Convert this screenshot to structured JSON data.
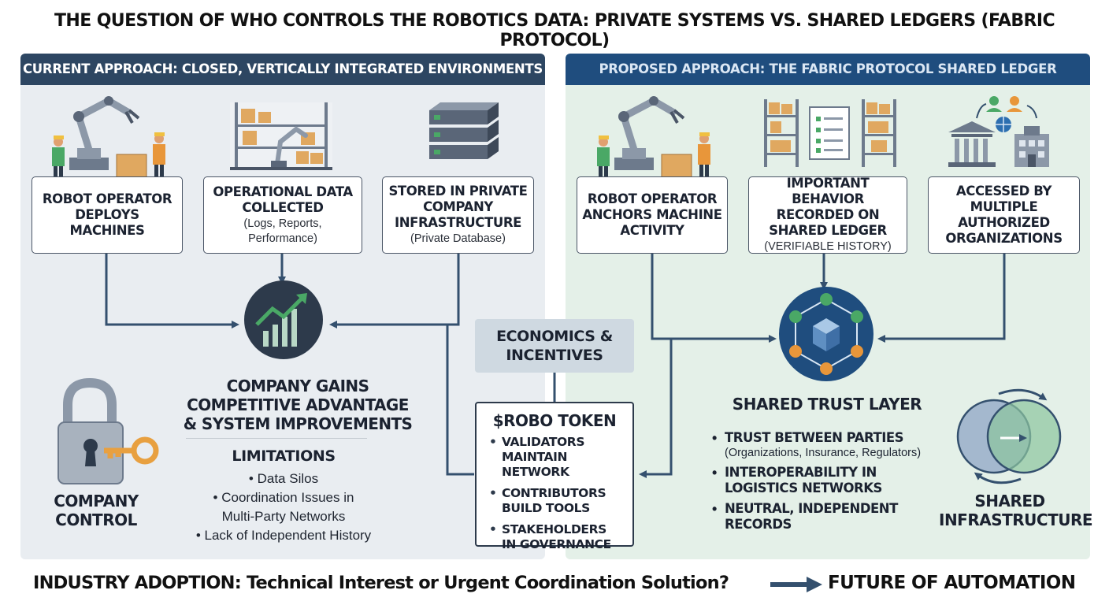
{
  "title": "THE QUESTION OF WHO CONTROLS THE ROBOTICS DATA: PRIVATE SYSTEMS VS. SHARED LEDGERS (FABRIC PROTOCOL)",
  "left_panel": {
    "header": "CURRENT APPROACH: CLOSED, VERTICALLY INTEGRATED ENVIRONMENTS",
    "step1": {
      "main": "ROBOT OPERATOR DEPLOYS MACHINES"
    },
    "step2": {
      "main": "OPERATIONAL DATA COLLECTED",
      "sub": "(Logs, Reports, Performance)"
    },
    "step3": {
      "main": "STORED IN PRIVATE COMPANY INFRASTRUCTURE",
      "sub": "(Private Database)"
    },
    "gain": "COMPANY GAINS\nCOMPETITIVE ADVANTAGE\n& SYSTEM IMPROVEMENTS",
    "limitations_title": "LIMITATIONS",
    "limitations": [
      "Data Silos",
      "Coordination Issues in\nMulti-Party Networks",
      "Lack of Independent History"
    ],
    "control": "COMPANY\nCONTROL"
  },
  "center": {
    "economics": "ECONOMICS &\nINCENTIVES",
    "token_title": "$ROBO TOKEN",
    "token_items": [
      "VALIDATORS\nMAINTAIN NETWORK",
      "CONTRIBUTORS\nBUILD TOOLS",
      "STAKEHOLDERS\nIN GOVERNANCE"
    ]
  },
  "right_panel": {
    "header": "PROPOSED APPROACH: THE FABRIC PROTOCOL SHARED LEDGER",
    "step1": {
      "main": "ROBOT OPERATOR ANCHORS MACHINE ACTIVITY"
    },
    "step2": {
      "main": "IMPORTANT BEHAVIOR RECORDED ON SHARED LEDGER",
      "sub": "(VERIFIABLE HISTORY)"
    },
    "step3": {
      "main": "ACCESSED BY MULTIPLE AUTHORIZED ORGANIZATIONS"
    },
    "trust_title": "SHARED TRUST LAYER",
    "trust_items": [
      {
        "main": "TRUST BETWEEN PARTIES",
        "sub": "(Organizations, Insurance, Regulators)"
      },
      {
        "main": "INTEROPERABILITY IN\nLOGISTICS NETWORKS",
        "sub": ""
      },
      {
        "main": "NEUTRAL, INDEPENDENT\nRECORDS",
        "sub": ""
      }
    ],
    "infrastructure": "SHARED\nINFRASTRUCTURE"
  },
  "footer": {
    "question": "INDUSTRY ADOPTION: Technical Interest or Urgent Coordination Solution?",
    "future": "FUTURE OF AUTOMATION"
  },
  "icons": {
    "robot_arm": "robot-arm-icon",
    "warehouse": "warehouse-icon",
    "database": "database-icon",
    "growth_chart": "growth-chart-icon",
    "padlock": "padlock-icon",
    "ledger_shelves": "ledger-shelves-icon",
    "organizations": "organizations-icon",
    "network_cube": "network-cube-icon",
    "venn": "venn-icon"
  },
  "colors": {
    "left_header": "#2d4662",
    "right_header": "#1f4d7e",
    "left_bg": "#e9edf1",
    "right_bg": "#e4f0e8",
    "connector": "#34506e",
    "accent_orange": "#e8963a",
    "accent_green": "#4aa866"
  }
}
